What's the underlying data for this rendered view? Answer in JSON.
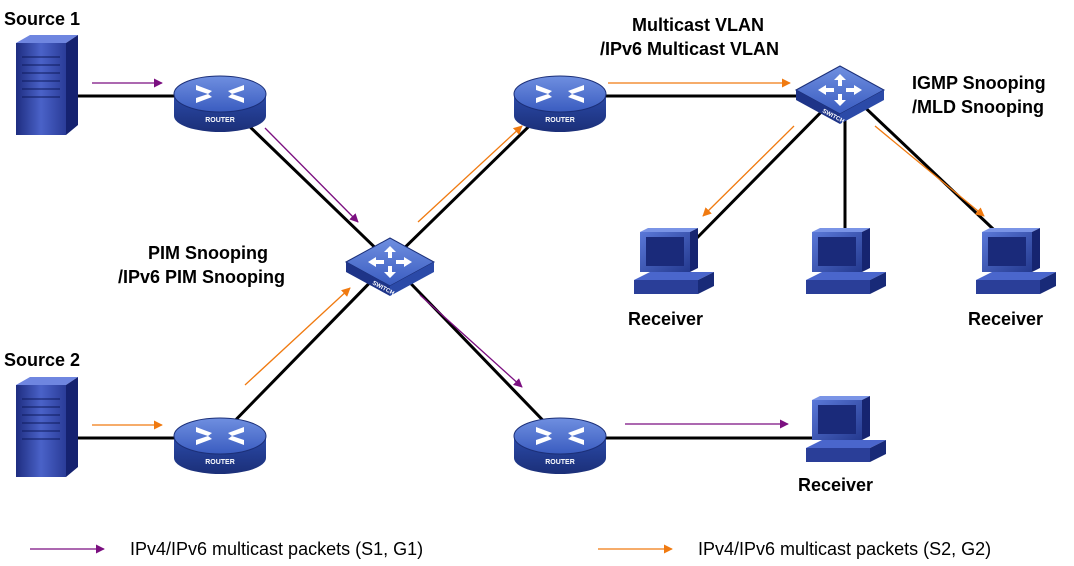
{
  "labels": {
    "source1": "Source 1",
    "source2": "Source 2",
    "multicast_vlan_1": "Multicast VLAN",
    "multicast_vlan_2": "/IPv6 Multicast VLAN",
    "igmp_1": "IGMP Snooping",
    "igmp_2": "/MLD Snooping",
    "pim_1": "PIM Snooping",
    "pim_2": "/IPv6 PIM Snooping",
    "receiver": "Receiver",
    "router": "ROUTER",
    "switch": "SWITCH"
  },
  "legend": {
    "s1g1": "IPv4/IPv6 multicast packets (S1, G1)",
    "s2g2": "IPv4/IPv6 multicast packets (S2, G2)"
  },
  "colors": {
    "s1g1_arrow": "#7b0f80",
    "s2g2_arrow": "#f07a10",
    "device_blue": "#2d4fa8",
    "link": "#000000"
  }
}
